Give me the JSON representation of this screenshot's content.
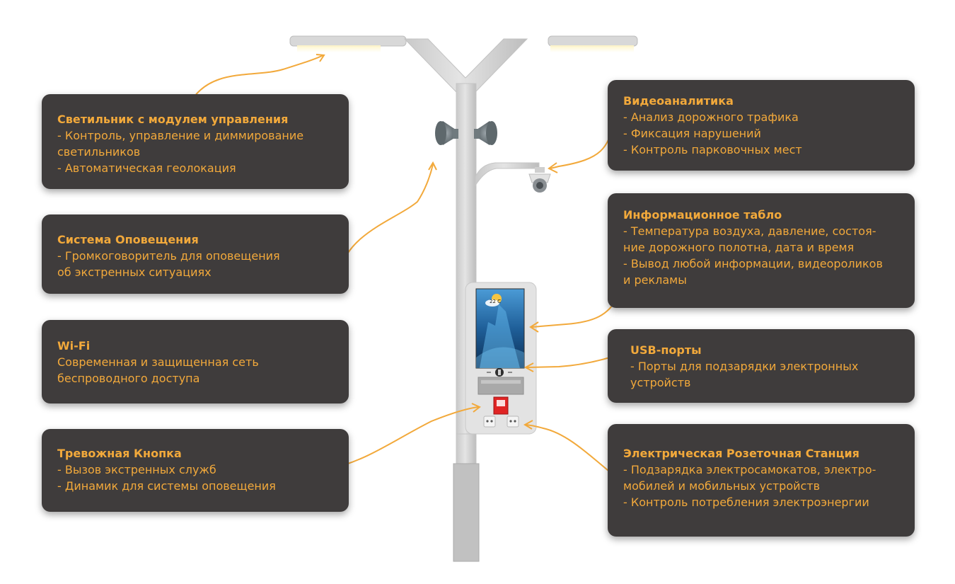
{
  "colors": {
    "box_background": "#3f3c3c",
    "accent": "#f2a93b",
    "pole": "#dcdcdc"
  },
  "icons": [
    "street-lamp-icon",
    "loudspeaker-icon",
    "dome-camera-icon",
    "display-screen-icon",
    "usb-port-icon",
    "panic-button-icon",
    "power-outlet-icon"
  ],
  "screen": {
    "temperature": "22 C"
  },
  "callouts": {
    "luminaire": {
      "title": "Светильник с модулем управления",
      "lines": [
        "- Контроль, управление и диммирование",
        "светильников",
        "- Автоматическая геолокация"
      ]
    },
    "alert_system": {
      "title": "Система Оповещения",
      "lines": [
        "- Громкоговоритель для оповещения",
        "об экстренных ситуациях"
      ]
    },
    "wifi": {
      "title": "Wi-Fi",
      "lines": [
        "Современная и защищенная сеть",
        "беспроводного доступа"
      ]
    },
    "panic_button": {
      "title": "Тревожная Кнопка",
      "lines": [
        "- Вызов экстренных служб",
        "- Динамик для системы оповещения"
      ]
    },
    "video_analytics": {
      "title": "Видеоаналитика",
      "lines": [
        "- Анализ дорожного трафика",
        "- Фиксация нарушений",
        "- Контроль парковочных мест"
      ]
    },
    "info_board": {
      "title": "Информационное табло",
      "lines": [
        "- Температура воздуха, давление, состоя-",
        "ние дорожного полотна, дата и время",
        "- Вывод любой информации, видеороликов",
        "и рекламы"
      ]
    },
    "usb": {
      "title": "USB-порты",
      "lines": [
        "- Порты для подзарядки электронных",
        "устройств"
      ]
    },
    "outlet_station": {
      "title": "Электрическая Розеточная Станция",
      "lines": [
        "- Подзарядка электросамокатов, электро-",
        "мобилей и мобильных устройств",
        "- Контроль потребления электроэнергии"
      ]
    }
  }
}
